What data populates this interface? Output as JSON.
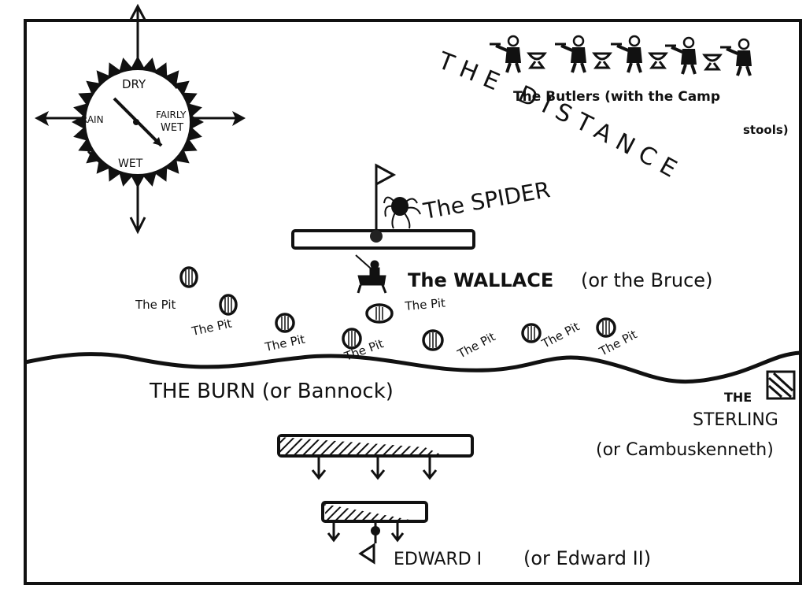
{
  "compass": {
    "labels": {
      "top": "DRY",
      "left": "RAIN",
      "right_line1": "FAIRLY",
      "right_line2": "WET",
      "bottom": "WET"
    }
  },
  "labels": {
    "the_distance_1": "THE",
    "the_distance_2": "DISTANCE",
    "butlers_line1": "The Butlers (with the Camp",
    "butlers_line2": "stools)",
    "spider": "The SPIDER",
    "wallace": "The WALLACE",
    "wallace_alt": "(or the Bruce)",
    "burn": "THE BURN (or Bannock)",
    "sterling_line1": "THE",
    "sterling_line2": "STERLING",
    "sterling_line3": "(or Cambuskenneth)",
    "edward": "EDWARD I",
    "edward_alt": "(or Edward II)"
  },
  "pits": [
    {
      "label": "The Pit"
    },
    {
      "label": "The Pit"
    },
    {
      "label": "The Pit"
    },
    {
      "label": "The Pit"
    },
    {
      "label": "The Pit"
    },
    {
      "label": "The Pit"
    },
    {
      "label": "The Pit"
    },
    {
      "label": "The Pit"
    }
  ],
  "butlers_count": 5,
  "colors": {
    "ink": "#111111",
    "paper": "#ffffff"
  }
}
